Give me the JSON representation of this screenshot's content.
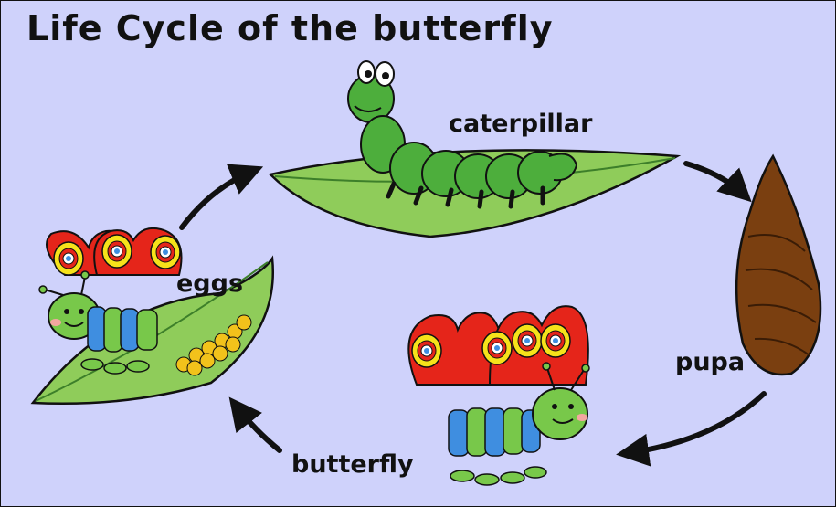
{
  "title": "Life Cycle of the butterfly",
  "stages": {
    "caterpillar": "caterpillar",
    "eggs": "eggs",
    "pupa": "pupa",
    "butterfly": "butterfly"
  },
  "colors": {
    "background": "#cfd2fb",
    "leaf": "#8fcc5a",
    "caterpillar": "#4dae3c",
    "pupa": "#7a3f10",
    "wing": "#e5251a",
    "eye_spot": "#f6e21a",
    "egg": "#f2c21b",
    "body_blue": "#3f8ee0",
    "body_green": "#78c84a"
  }
}
